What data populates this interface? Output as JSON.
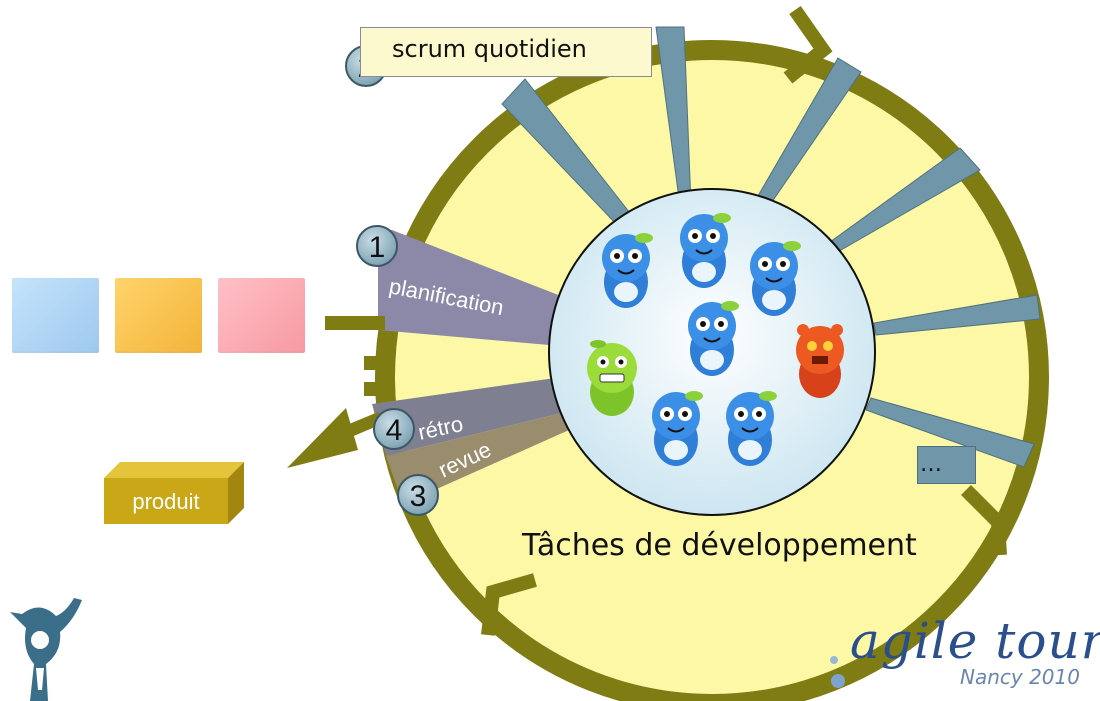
{
  "labels": {
    "scrum": "scrum quotidien",
    "planning": "planification",
    "retro": "rétro",
    "review": "revue",
    "product": "produit",
    "ellipsis": "…",
    "tasks": "Tâches de développement"
  },
  "numbers": {
    "one": "1",
    "two": "2",
    "three": "3",
    "four": "4"
  },
  "logo": {
    "name": "agile tour",
    "subtitle": "Nancy 2010"
  },
  "colors": {
    "circle_fill": "#fcf8a6",
    "circle_ring": "#7f7c14",
    "spokes": "#6f97a9",
    "center": "#d7ecf4",
    "planning_band": "#8c88a8",
    "retro_band": "#7e7f91",
    "review_band": "#998d6e",
    "badge": "#9ab9c7",
    "product_box": "#c9a716"
  }
}
